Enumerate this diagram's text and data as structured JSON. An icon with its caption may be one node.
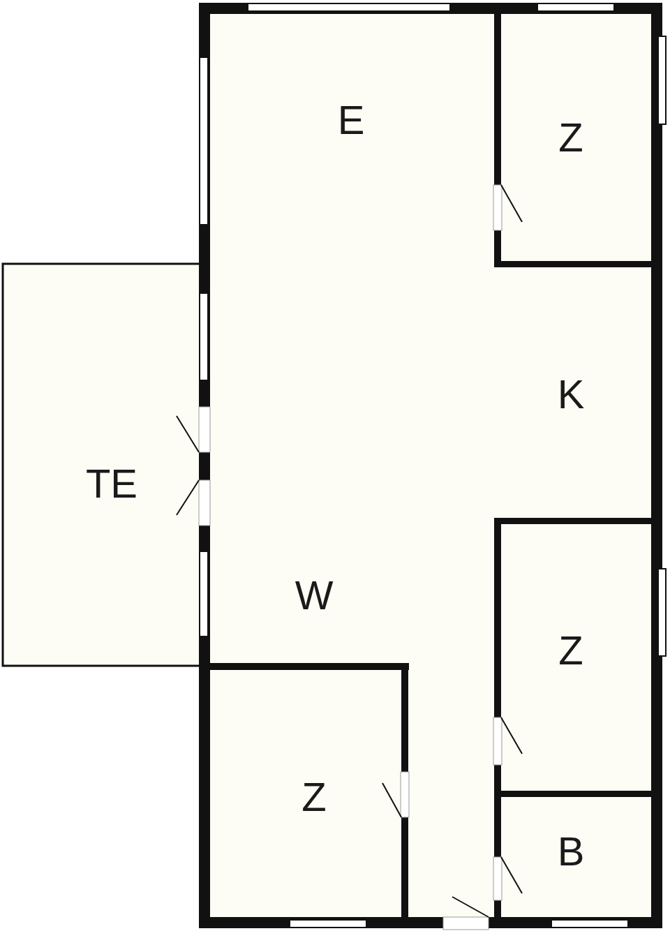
{
  "diagram": {
    "labels": [
      "E",
      "Z",
      "K",
      "TE",
      "W",
      "Z",
      "Z",
      "B"
    ]
  }
}
